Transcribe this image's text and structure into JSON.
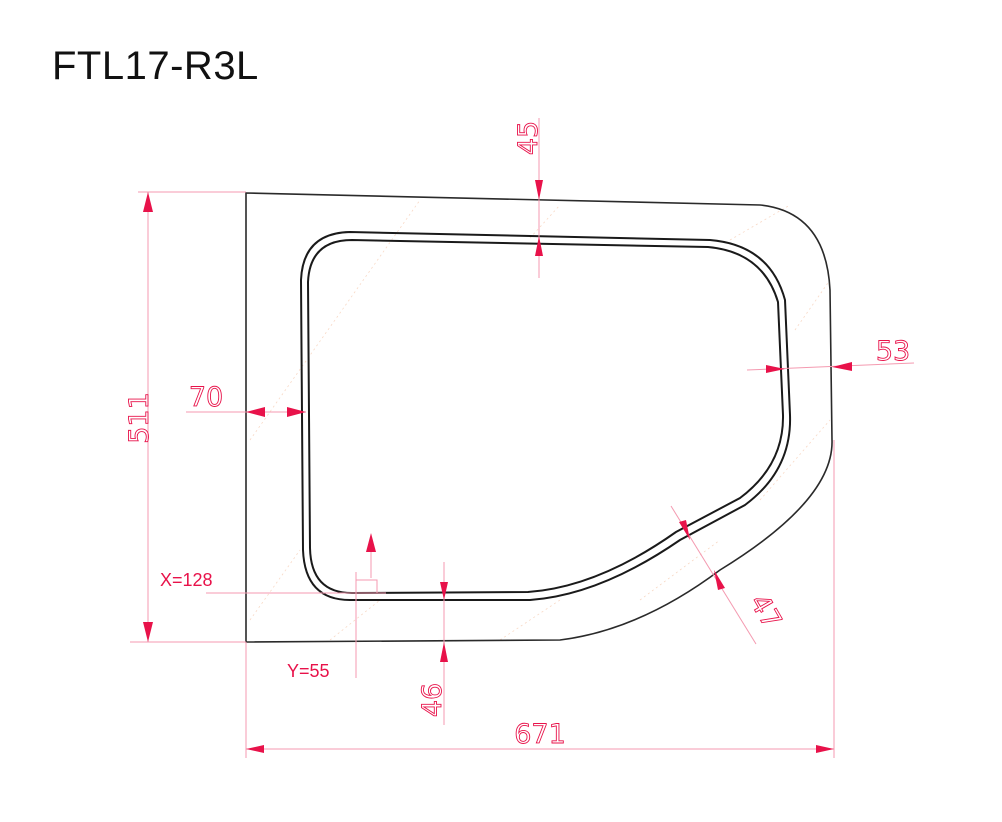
{
  "title": "FTL17-R3L",
  "dimensions": {
    "overall_width": "671",
    "overall_height": "511",
    "top_rim": "45",
    "left_rim": "70",
    "right_rim": "53",
    "bottom_rim": "46",
    "diagonal_rim": "47"
  },
  "drain": {
    "x_label": "X=128",
    "y_label": "Y=55"
  },
  "colors": {
    "outline": "#2a2a2a",
    "dimension_line": "#f49ab0",
    "dimension_arrow": "#e8124a",
    "dimension_text": "#e8124a"
  }
}
